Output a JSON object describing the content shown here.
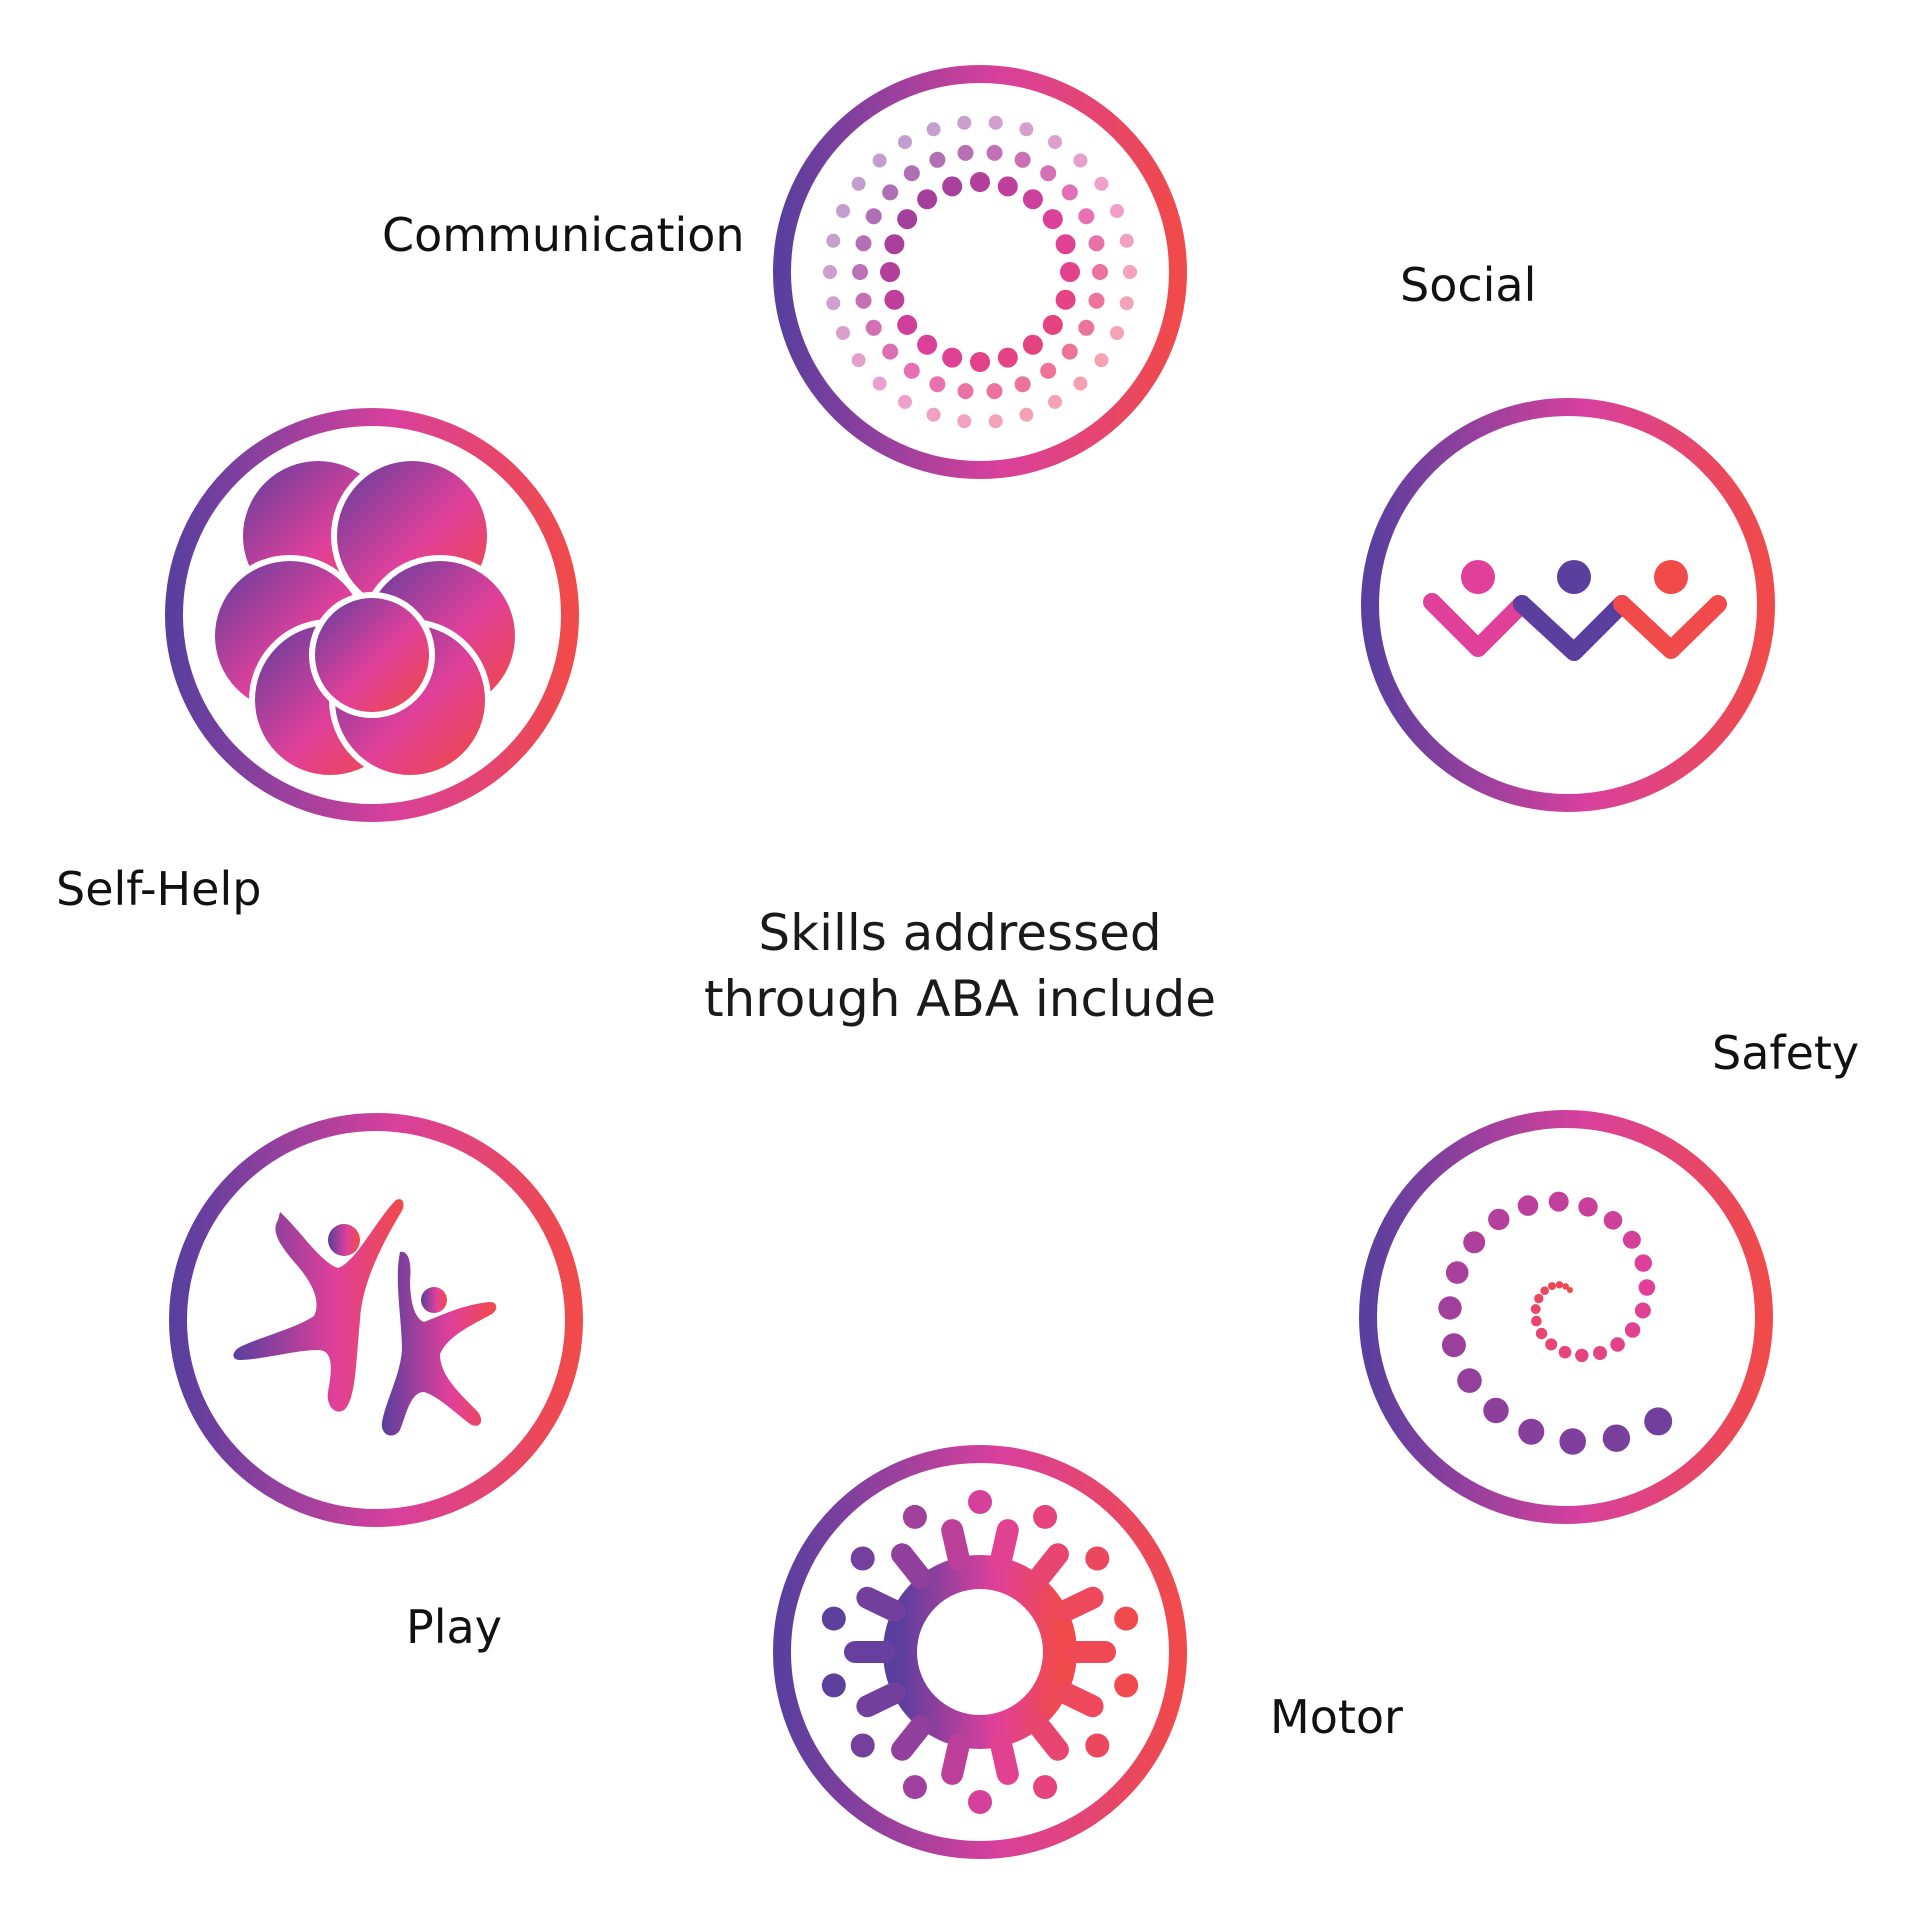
{
  "colors": {
    "purple": "#5a3f9e",
    "magenta": "#e0409a",
    "coral": "#f04a4a"
  },
  "center": {
    "line1": "Skills addressed",
    "line2": "through ABA include"
  },
  "skills": [
    {
      "id": "communication",
      "label": "Communication",
      "icon": "dotted-rings-icon"
    },
    {
      "id": "social",
      "label": "Social",
      "icon": "zigzag-people-icon"
    },
    {
      "id": "safety",
      "label": "Safety",
      "icon": "spiral-dots-icon"
    },
    {
      "id": "motor",
      "label": "Motor",
      "icon": "sun-people-icon"
    },
    {
      "id": "play",
      "label": "Play",
      "icon": "jumping-figures-icon"
    },
    {
      "id": "self-help",
      "label": "Self-Help",
      "icon": "overlapping-circles-icon"
    }
  ]
}
